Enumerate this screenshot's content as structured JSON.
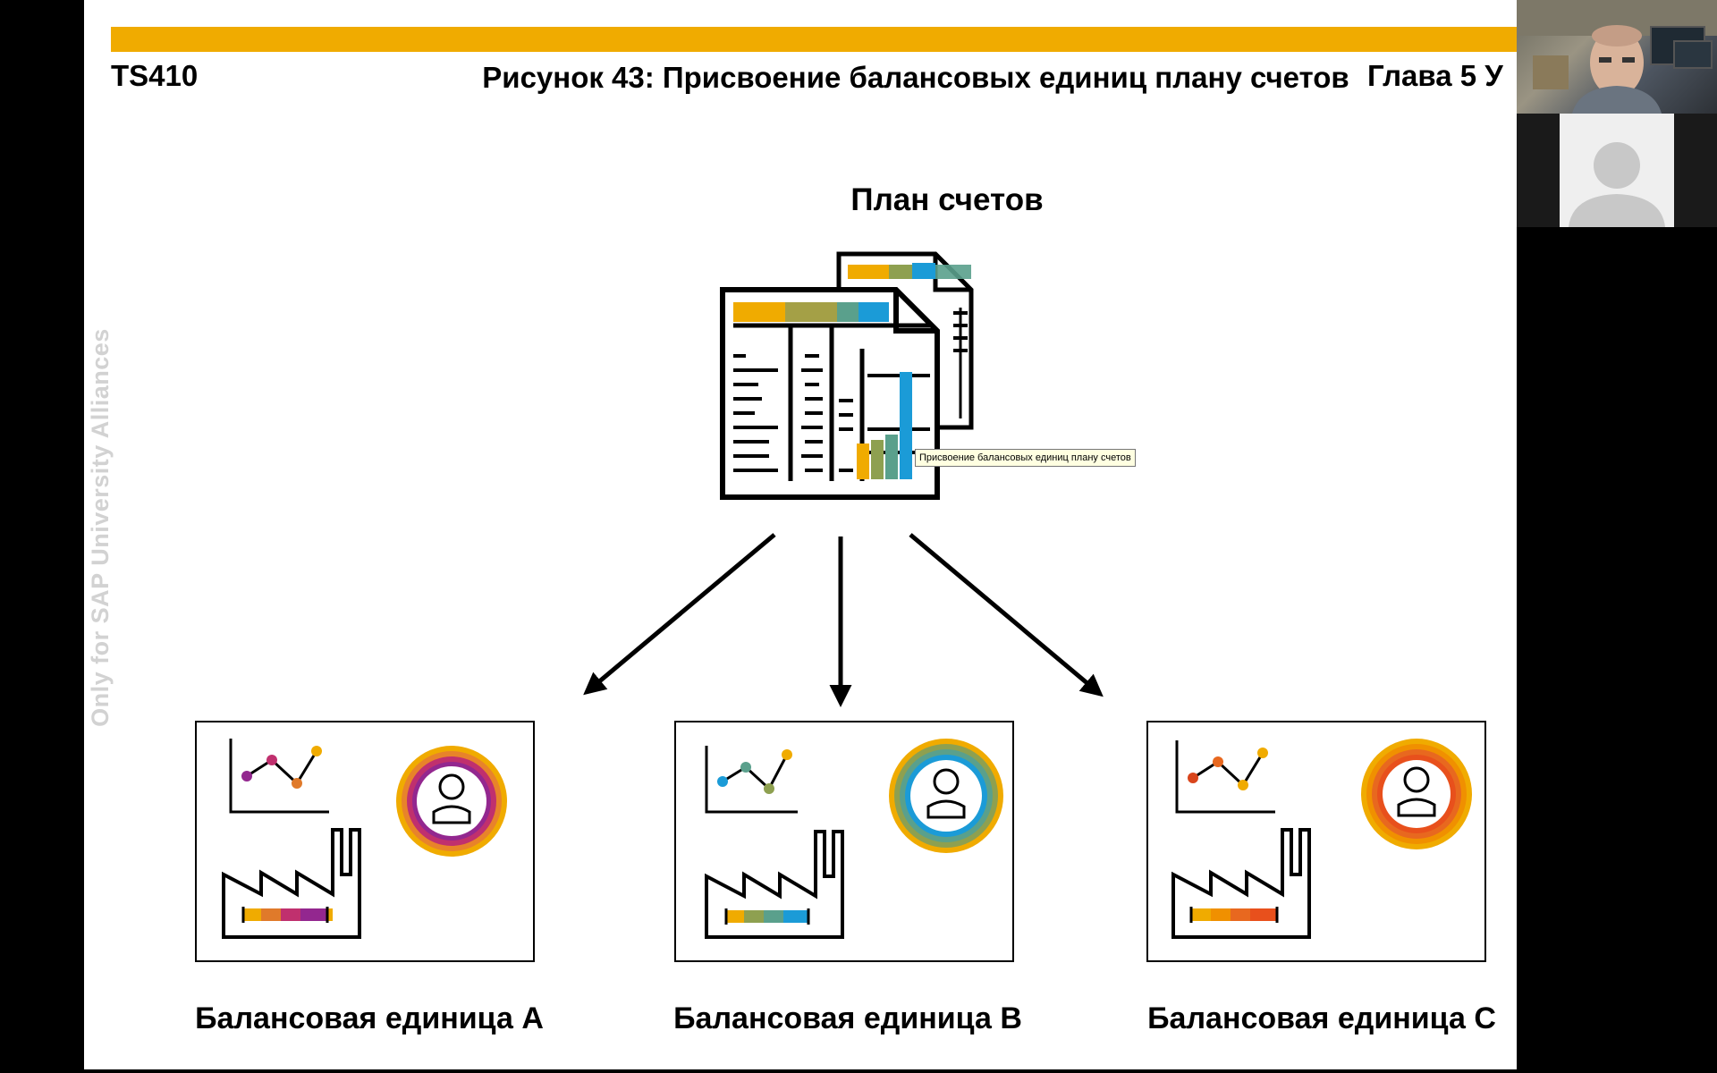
{
  "slide": {
    "course_code": "TS410",
    "figure_title": "Рисунок 43: Присвоение балансовых единиц плану счетов",
    "chapter_label": "Глава 5 У",
    "chart_title": "План счетов",
    "watermark": "Only for SAP University Alliances",
    "tooltip": "Присвоение балансовых единиц плану счетов",
    "company_codes": [
      {
        "label": "Балансовая единица A",
        "theme": "purple"
      },
      {
        "label": "Балансовая единица B",
        "theme": "blue"
      },
      {
        "label": "Балансовая единица C",
        "theme": "orange"
      }
    ]
  },
  "colors": {
    "accent_bar": "#f0ab00",
    "purple": "#93278f",
    "blue": "#1b9bd7",
    "orange": "#e8681f",
    "olive": "#8ea050",
    "teal": "#5aa08c",
    "yellow": "#f0ab00"
  },
  "video": {
    "participants": [
      {
        "name": "",
        "type": "camera"
      },
      {
        "name": "",
        "type": "avatar"
      }
    ]
  },
  "icons": [
    "spreadsheet-icon",
    "line-chart-icon",
    "user-icon",
    "factory-icon",
    "arrow-icon"
  ]
}
